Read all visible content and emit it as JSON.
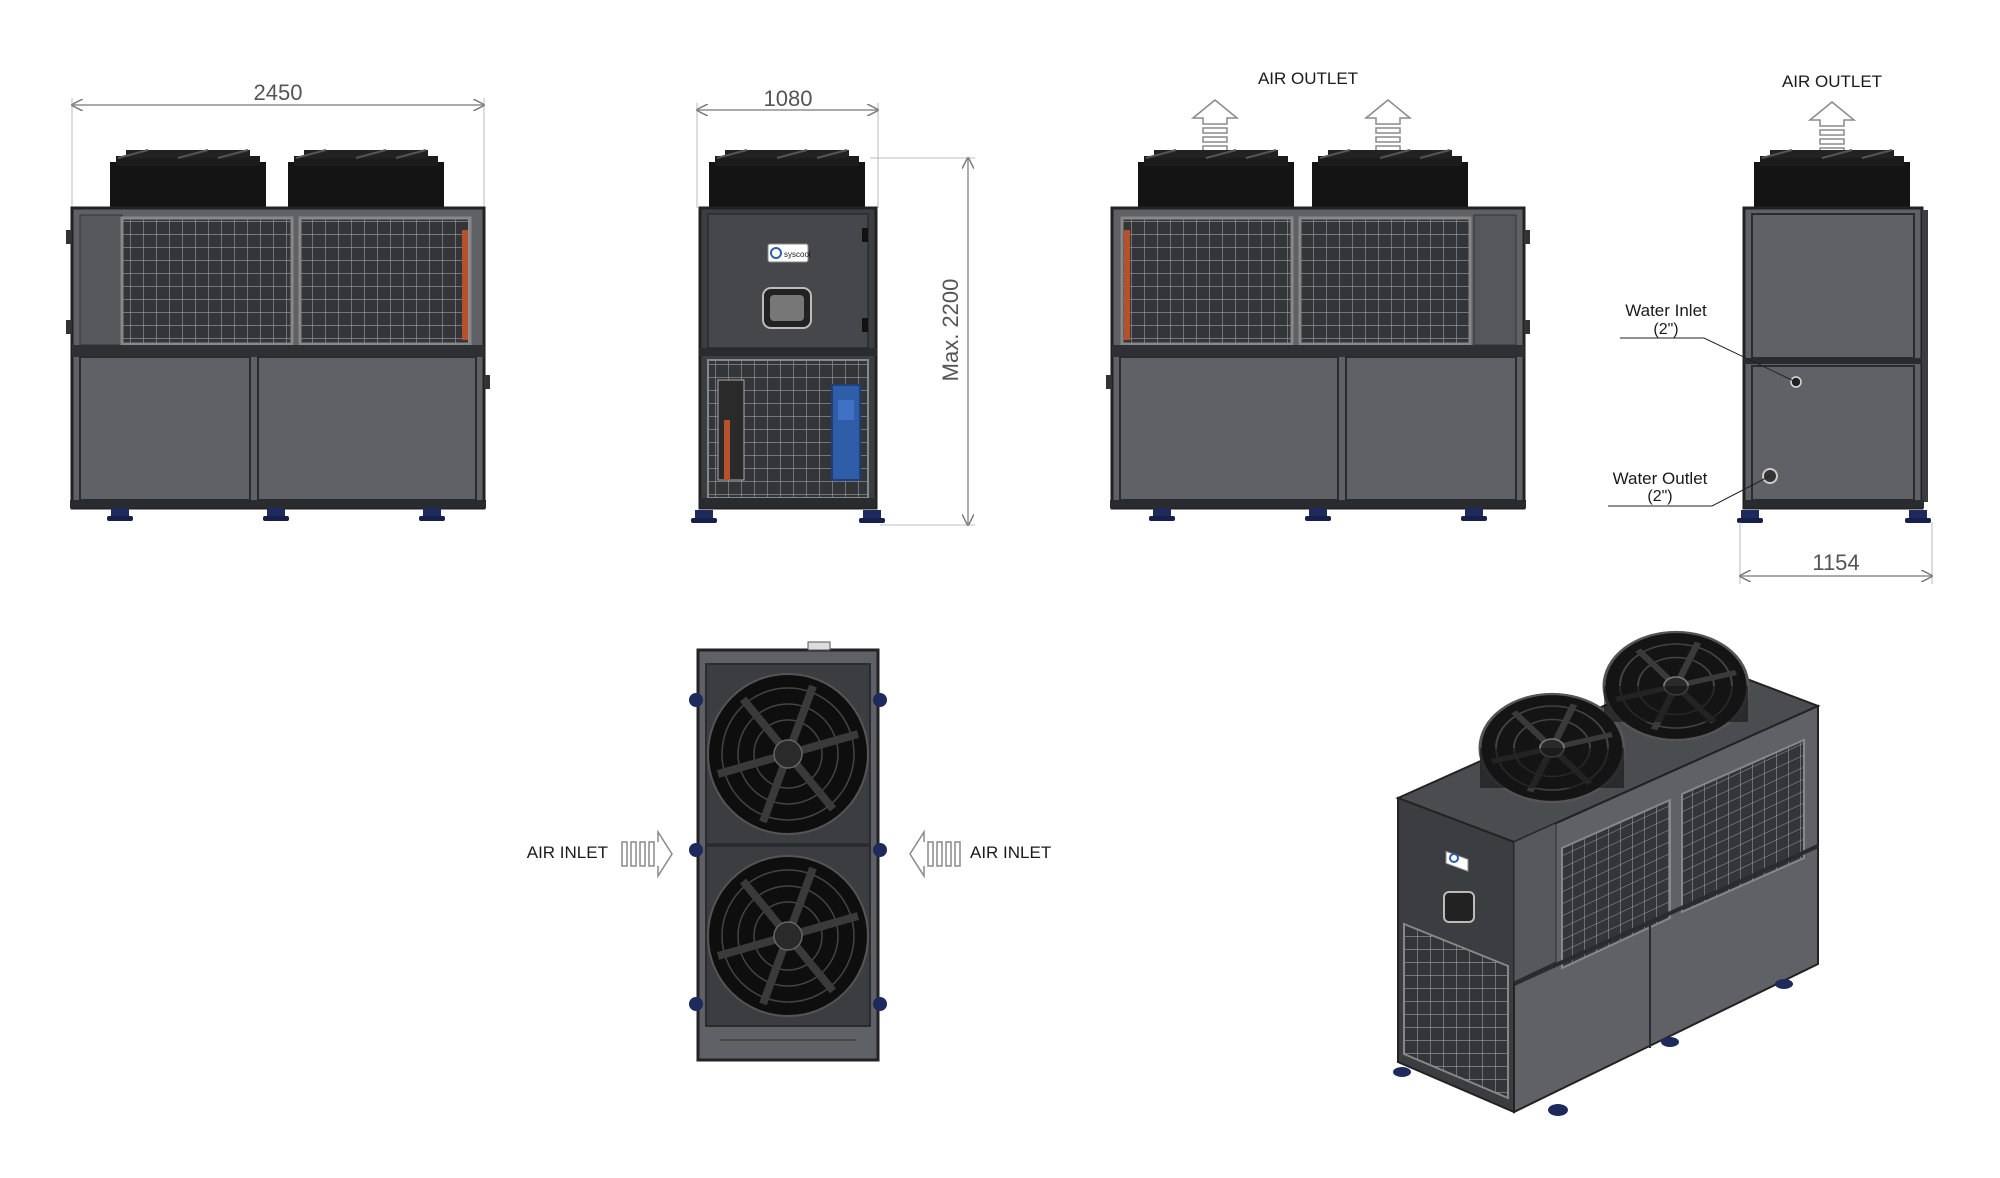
{
  "dimensions": {
    "width_front": "2450",
    "width_side": "1080",
    "height_max": "Max. 2200",
    "depth_right": "1154"
  },
  "labels": {
    "air_outlet": "AIR OUTLET",
    "air_inlet": "AIR INLET",
    "water_inlet": "Water Inlet",
    "water_inlet_size": "(2\")",
    "water_outlet": "Water Outlet",
    "water_outlet_size": "(2\")",
    "brand": "syscool"
  },
  "colors": {
    "panel": "#5f6166",
    "panel_dark": "#3b3d41",
    "frame": "#2a2b2e",
    "fan": "#141414",
    "foot": "#1e2a5c",
    "pipe": "#b5522c",
    "pump": "#2f5da8"
  }
}
